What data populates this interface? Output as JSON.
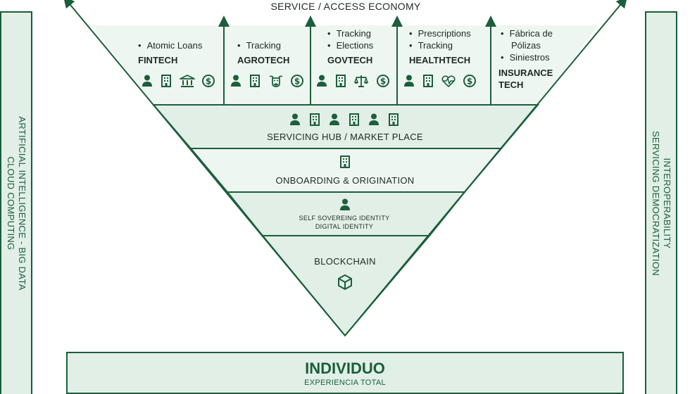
{
  "side_left": {
    "line1": "ARTIFICIAL INTELLIGENCE - BIG DATA",
    "line2": "CLOUD COMPUTING"
  },
  "side_right": {
    "line1": "INTEROPERABILITY",
    "line2": "SERVICING DEMOCRATIZATION"
  },
  "top_title": "SERVICE / ACCESS ECONOMY",
  "sectors": [
    {
      "name": "FINTECH",
      "items": [
        "Atomic Loans"
      ],
      "icons": [
        "person-icon",
        "building-icon",
        "bank-icon",
        "dollar-icon"
      ]
    },
    {
      "name": "AGROTECH",
      "items": [
        "Tracking"
      ],
      "icons": [
        "person-icon",
        "building-icon",
        "cow-icon",
        "dollar-icon"
      ]
    },
    {
      "name": "GOVTECH",
      "items": [
        "Tracking",
        "Elections"
      ],
      "icons": [
        "person-icon",
        "building-icon",
        "scales-icon",
        "dollar-icon"
      ]
    },
    {
      "name": "HEALTHTECH",
      "items": [
        "Prescriptions",
        "Tracking"
      ],
      "icons": [
        "person-icon",
        "building-icon",
        "heart-pulse-icon"
      ]
    },
    {
      "name_line1": "INSURANCE",
      "name_line2": "TECH",
      "items": [
        "Fábrica de",
        "Pólizas",
        "Siniestros"
      ]
    }
  ],
  "layers": {
    "hub": "SERVICING HUB / MARKET PLACE",
    "onboarding": "ONBOARDING & ORIGINATION",
    "identity_line1": "SELF SOVEREING IDENTITY",
    "identity_line2": "DIGITAL IDENTITY",
    "blockchain": "BLOCKCHAIN"
  },
  "individuo": {
    "title": "INDIVIDUO",
    "subtitle": "EXPERIENCIA TOTAL"
  },
  "colors": {
    "primary": "#1b5e3b",
    "fill": "#e1efe6",
    "fill_light": "#eef6f1"
  }
}
